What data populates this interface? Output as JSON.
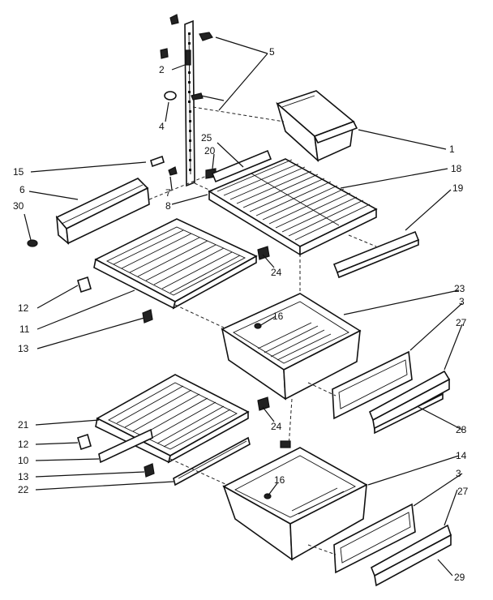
{
  "diagram": {
    "callouts": [
      {
        "id": "c1",
        "text": "1"
      },
      {
        "id": "c2",
        "text": "2"
      },
      {
        "id": "c3a",
        "text": "3"
      },
      {
        "id": "c3b",
        "text": "3"
      },
      {
        "id": "c4",
        "text": "4"
      },
      {
        "id": "c5",
        "text": "5"
      },
      {
        "id": "c6",
        "text": "6"
      },
      {
        "id": "c7",
        "text": "7"
      },
      {
        "id": "c8",
        "text": "8"
      },
      {
        "id": "c10",
        "text": "10"
      },
      {
        "id": "c11",
        "text": "11"
      },
      {
        "id": "c12a",
        "text": "12"
      },
      {
        "id": "c12b",
        "text": "12"
      },
      {
        "id": "c13a",
        "text": "13"
      },
      {
        "id": "c13b",
        "text": "13"
      },
      {
        "id": "c14",
        "text": "14"
      },
      {
        "id": "c15",
        "text": "15"
      },
      {
        "id": "c16a",
        "text": "16"
      },
      {
        "id": "c16b",
        "text": "16"
      },
      {
        "id": "c18",
        "text": "18"
      },
      {
        "id": "c19",
        "text": "19"
      },
      {
        "id": "c20",
        "text": "20"
      },
      {
        "id": "c21",
        "text": "21"
      },
      {
        "id": "c22",
        "text": "22"
      },
      {
        "id": "c23",
        "text": "23"
      },
      {
        "id": "c24a",
        "text": "24"
      },
      {
        "id": "c24b",
        "text": "24"
      },
      {
        "id": "c25",
        "text": "25"
      },
      {
        "id": "c27a",
        "text": "27"
      },
      {
        "id": "c27b",
        "text": "27"
      },
      {
        "id": "c28",
        "text": "28"
      },
      {
        "id": "c29",
        "text": "29"
      },
      {
        "id": "c30",
        "text": "30"
      }
    ]
  }
}
